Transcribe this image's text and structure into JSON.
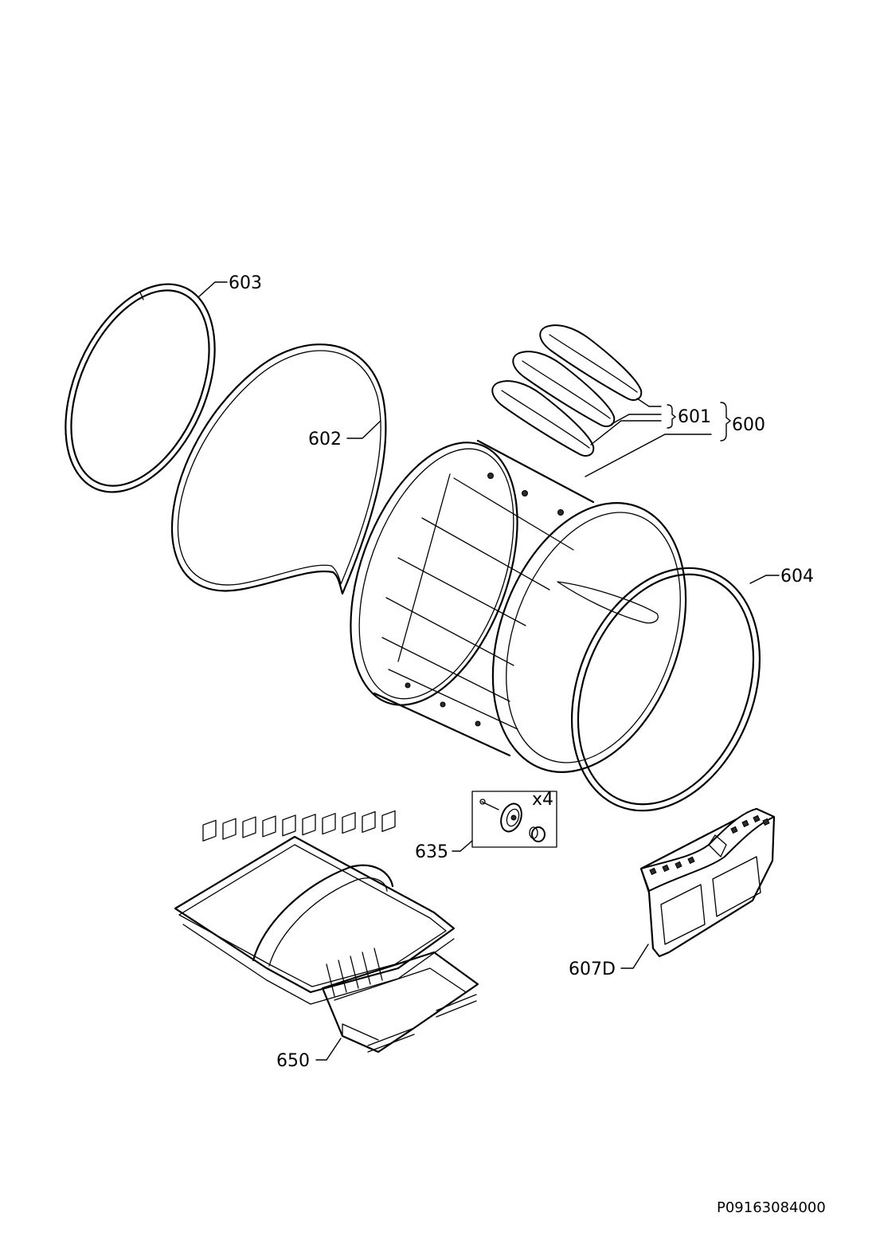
{
  "labels": {
    "p603": "603",
    "p602": "602",
    "p601": "601",
    "p600": "600",
    "p604": "604",
    "p635": "635",
    "p635_qty": "x4",
    "p650": "650",
    "p607D": "607D"
  },
  "drawing_code": "P09163084000"
}
